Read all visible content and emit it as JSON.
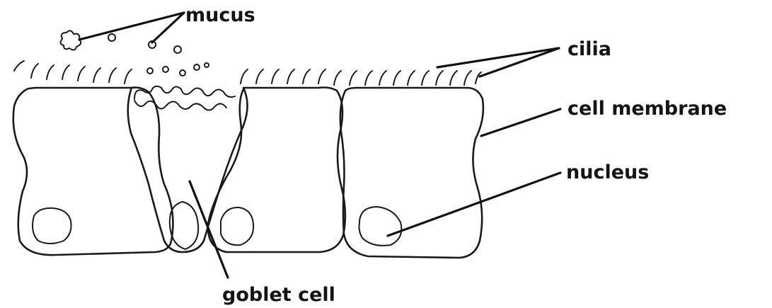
{
  "labels": {
    "mucus": "mucus",
    "cilia": "cilia",
    "cell_membrane": "cell membrane",
    "nucleus": "nucleus",
    "goblet_cell": "goblet cell"
  },
  "colors": {
    "ink": "#1a1a1a",
    "background": "#ffffff"
  }
}
